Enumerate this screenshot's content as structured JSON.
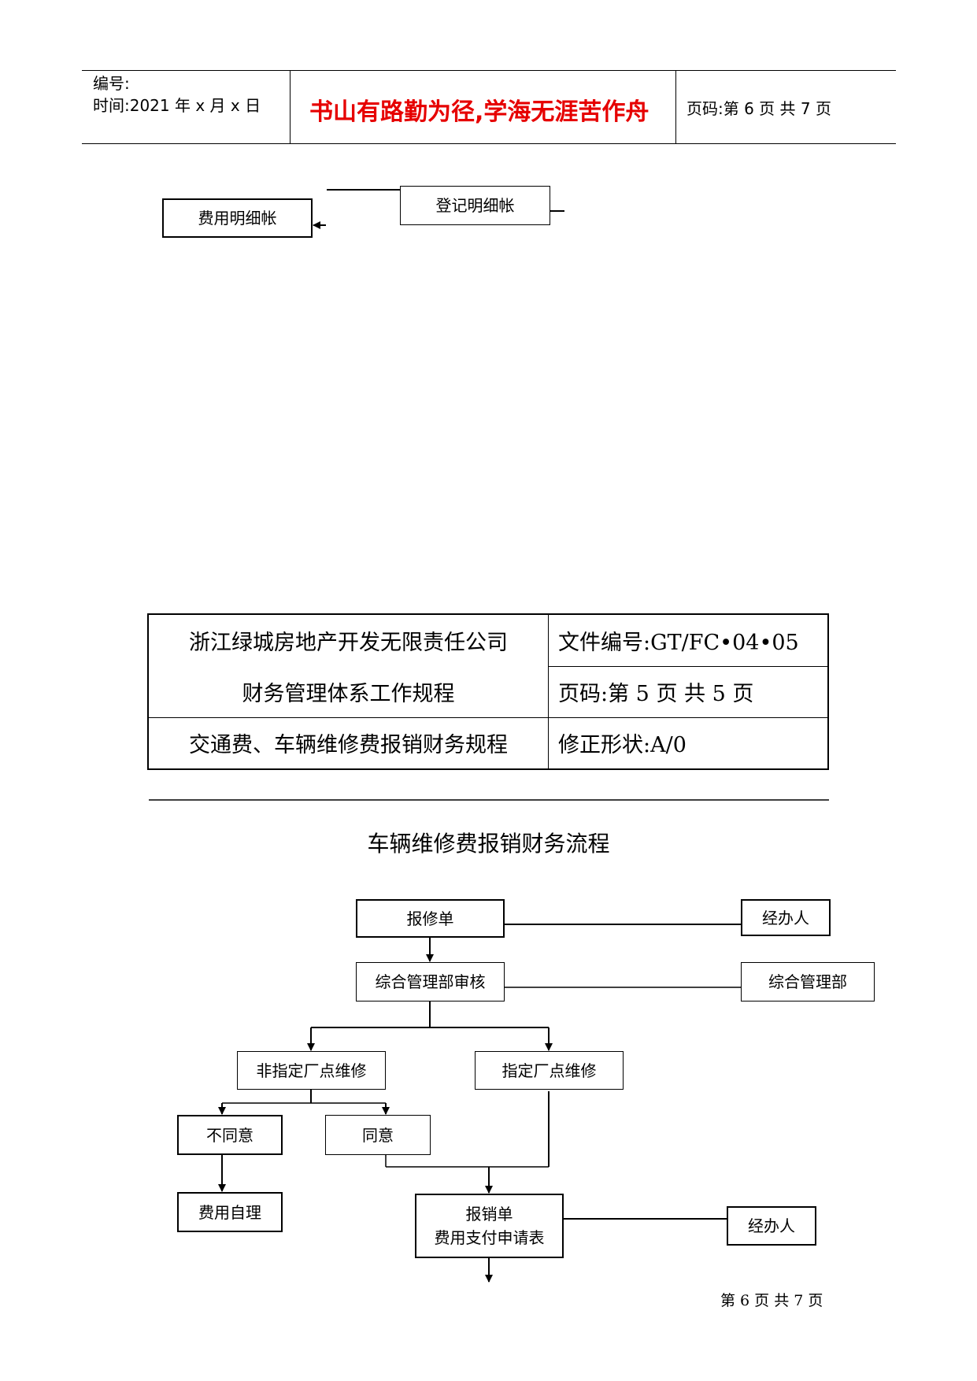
{
  "header": {
    "number_label": "编号:",
    "time_label": "时间:2021 年 x 月 x 日",
    "motto": "书山有路勤为径,学海无涯苦作舟",
    "page_info": "页码:第 6 页  共 7 页"
  },
  "top_fragment": {
    "left_box": "费用明细帐",
    "right_box": "登记明细帐"
  },
  "info_table": {
    "company": "浙江绿城房地产开发无限责任公司",
    "file_number": "文件编号:GT/FC•04•05",
    "manual": "财务管理体系工作规程",
    "page": "页码:第 5 页  共 5 页",
    "procedure": "交通费、车辆维修费报销财务规程",
    "revision": "修正形状:A/0"
  },
  "flow_title": "车辆维修费报销财务流程",
  "flow": {
    "repair_form": "报修单",
    "handler_1": "经办人",
    "admin_review": "综合管理部审核",
    "admin_dept": "综合管理部",
    "non_designated": "非指定厂点维修",
    "designated": "指定厂点维修",
    "disagree": "不同意",
    "agree": "同意",
    "self_pay": "费用自理",
    "reimburse_line1": "报销单",
    "reimburse_line2": "费用支付申请表",
    "handler_2": "经办人"
  },
  "footer": "第 6 页 共 7 页"
}
